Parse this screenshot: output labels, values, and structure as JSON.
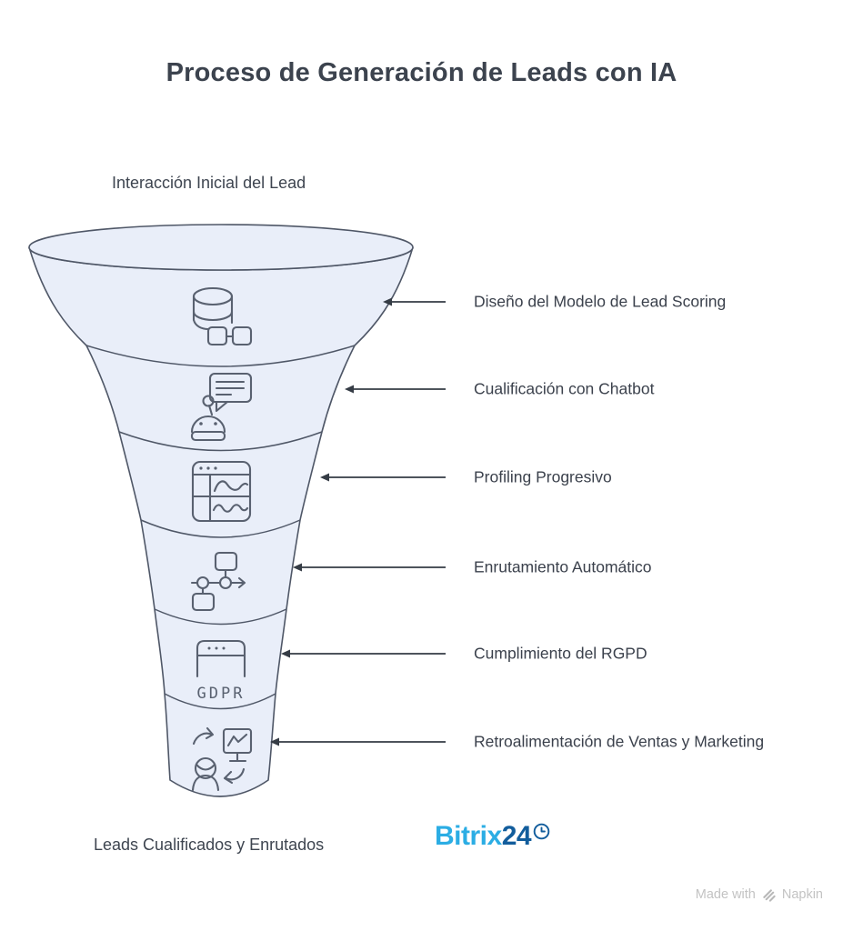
{
  "title": "Proceso de Generación de Leads con IA",
  "top_label": "Interacción Inicial del Lead",
  "bottom_label": "Leads Cualificados y Enrutados",
  "funnel": {
    "stages": [
      {
        "label": "Diseño del Modelo de Lead Scoring",
        "icon": "database-nodes-icon"
      },
      {
        "label": "Cualificación con Chatbot",
        "icon": "chatbot-icon"
      },
      {
        "label": "Profiling Progresivo",
        "icon": "profile-window-icon"
      },
      {
        "label": "Enrutamiento Automático",
        "icon": "flowchart-icon"
      },
      {
        "label": "Cumplimiento del RGPD",
        "icon": "gdpr-window-icon",
        "icon_text": "GDPR"
      },
      {
        "label": "Retroalimentación de Ventas y Marketing",
        "icon": "feedback-icon"
      }
    ]
  },
  "logo": {
    "brand_light": "Bitrix",
    "brand_dark": "24",
    "light_color": "#2bade4",
    "dark_color": "#125d9c"
  },
  "footer": {
    "made_with": "Made with",
    "brand": "Napkin"
  },
  "colors": {
    "background": "#ffffff",
    "funnel_fill": "#e9eef9",
    "funnel_stroke": "#4f5767",
    "icon_stroke": "#596170",
    "arrow": "#353c45",
    "title_text": "#3c434e",
    "label_text": "#3b414c",
    "footer_text": "#c3c3c3"
  }
}
